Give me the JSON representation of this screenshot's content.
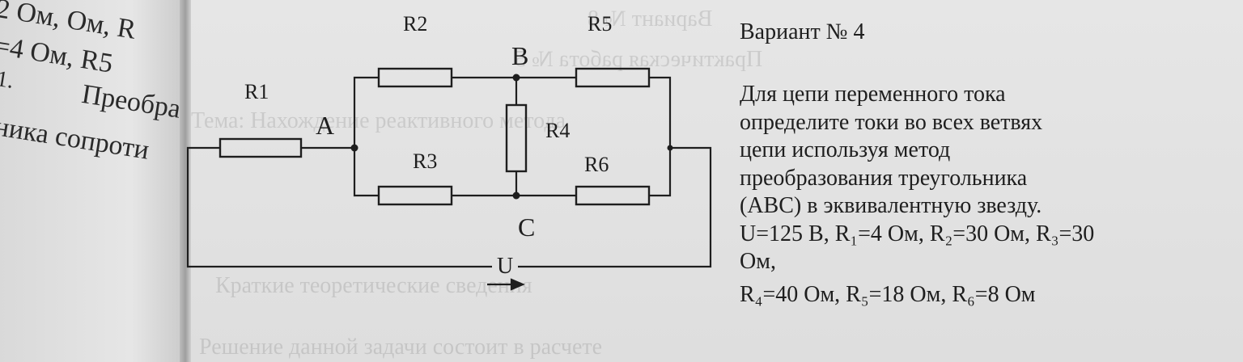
{
  "left_page": {
    "lines": [
      "2 Ом, Ом, R",
      "=4 Ом, R5",
      "1.",
      "Преобра",
      "ника сопроти"
    ]
  },
  "diagram": {
    "resistors": [
      "R1",
      "R2",
      "R3",
      "R4",
      "R5",
      "R6"
    ],
    "nodes": [
      "A",
      "B",
      "C"
    ],
    "source_label": "U"
  },
  "task": {
    "variant": "Вариант № 4",
    "lines": [
      "Для цепи переменного тока",
      "определите токи во всех ветвях",
      "цепи используя метод",
      "преобразования треугольника",
      "(ABC) в эквивалентную звезду.",
      "U=125 В, R₁=4 Ом, R₂=30 Ом, R₃=30",
      "Ом,",
      "R₄=40 Ом, R₅=18 Ом, R₆=8 Ом"
    ]
  },
  "background_text": [
    "Вариант № 8",
    "Практическая работа № 5",
    "Тема: Нахождение реактивного метода",
    "Краткие теоретические сведения",
    "Решение данной задачи состоит в расчете"
  ]
}
